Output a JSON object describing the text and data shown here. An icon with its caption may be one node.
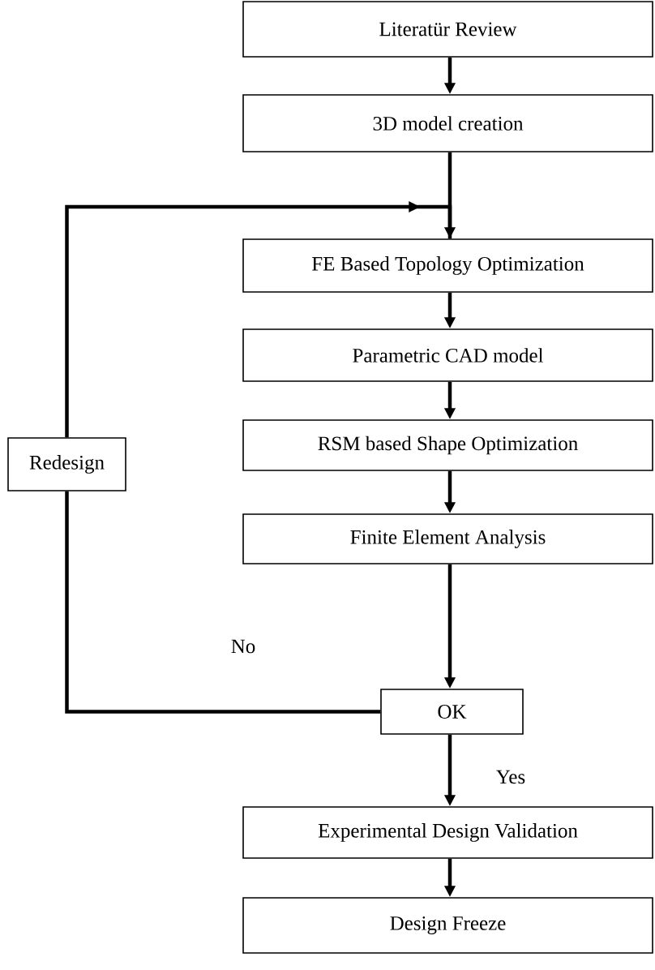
{
  "diagram": {
    "nodes": [
      {
        "text": [
          "Literatür Review"
        ]
      },
      {
        "text": [
          "3D model creation"
        ]
      },
      {
        "text": [
          "FE Based Topology Optimization"
        ]
      },
      {
        "text": [
          "Parametric CAD model"
        ]
      },
      {
        "text": [
          "RSM based Shape Optimization"
        ]
      },
      {
        "text": [
          "Finite Element Analysis"
        ]
      },
      {
        "text": [
          "OK"
        ]
      },
      {
        "text": [
          "Experimental Design Validation"
        ]
      },
      {
        "text": [
          "Design Freeze"
        ]
      },
      {
        "text": [
          "Redesign"
        ]
      }
    ],
    "edges": [
      {
        "from": 0,
        "to": 1,
        "arrow": "to"
      },
      {
        "from": 1,
        "to": 2,
        "arrow": "to"
      },
      {
        "from": 2,
        "to": 3,
        "arrow": "to"
      },
      {
        "from": 3,
        "to": 4,
        "arrow": "to"
      },
      {
        "from": 4,
        "to": 5,
        "arrow": "to"
      },
      {
        "from": 5,
        "to": 6,
        "arrow": "to"
      },
      {
        "from": 6,
        "to": 7,
        "arrow": "to",
        "label": "Yes"
      },
      {
        "from": 7,
        "to": 8,
        "arrow": "to"
      },
      {
        "from": 6,
        "to": 9,
        "arrow": "none",
        "label": "No"
      },
      {
        "from": 9,
        "to": 2,
        "arrow": "to"
      }
    ]
  }
}
